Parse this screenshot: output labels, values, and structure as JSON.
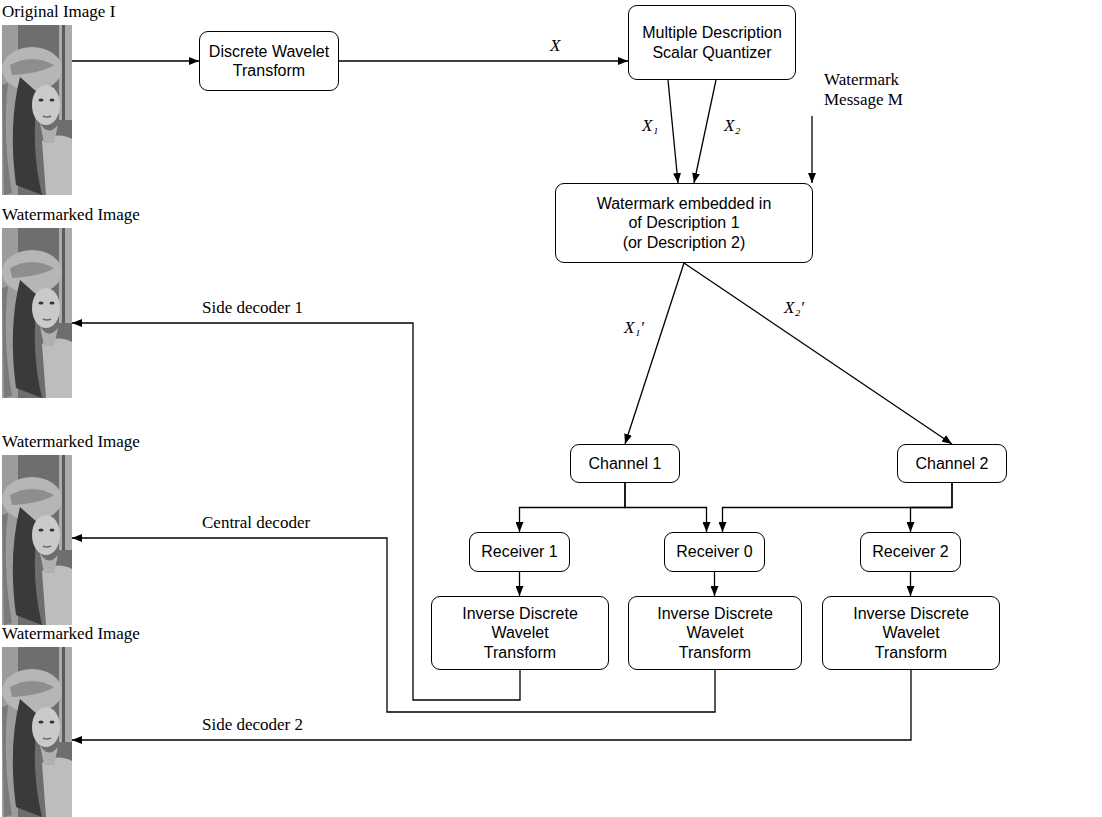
{
  "diagram": {
    "nodes": [
      {
        "text": [
          "Original Image I"
        ]
      },
      {
        "text": [
          "Discrete Wavelet Transform"
        ]
      },
      {
        "text": [
          "Multiple Description Scalar Quantizer"
        ]
      },
      {
        "text": [
          "Watermark embedded in of Description 1",
          "(or Description 2)"
        ]
      },
      {
        "text": [
          "Channel 1"
        ]
      },
      {
        "text": [
          "Channel 2"
        ]
      },
      {
        "text": [
          "Receiver 1"
        ]
      },
      {
        "text": [
          "Receiver 0"
        ]
      },
      {
        "text": [
          "Receiver 2"
        ]
      },
      {
        "text": [
          "Inverse Discrete Wavelet Transform"
        ]
      },
      {
        "text": [
          "Inverse Discrete Wavelet Transform"
        ]
      },
      {
        "text": [
          "Inverse Discrete Wavelet Transform"
        ]
      },
      {
        "text": [
          "Watermarked Image"
        ]
      },
      {
        "text": [
          "Watermarked Image"
        ]
      },
      {
        "text": [
          "Watermarked Image"
        ]
      }
    ],
    "edges": [
      {
        "from": 0,
        "to": 1,
        "arrow": "to"
      },
      {
        "from": 1,
        "to": 2,
        "label": "X",
        "arrow": "to"
      },
      {
        "from": 2,
        "to": 3,
        "label": "X₁",
        "arrow": "to"
      },
      {
        "from": 2,
        "to": 3,
        "label": "X₂",
        "arrow": "to"
      },
      {
        "from": 3,
        "to": 4,
        "label": "X₁′",
        "arrow": "to"
      },
      {
        "from": 3,
        "to": 5,
        "label": "X₂′",
        "arrow": "to"
      },
      {
        "from": 4,
        "to": 6,
        "arrow": "to"
      },
      {
        "from": 4,
        "to": 7,
        "arrow": "to"
      },
      {
        "from": 5,
        "to": 7,
        "arrow": "to"
      },
      {
        "from": 5,
        "to": 8,
        "arrow": "to"
      },
      {
        "from": 6,
        "to": 9,
        "arrow": "to"
      },
      {
        "from": 7,
        "to": 10,
        "arrow": "to"
      },
      {
        "from": 8,
        "to": 11,
        "arrow": "to"
      },
      {
        "from": 9,
        "to": 12,
        "label": "Side decoder 1",
        "arrow": "to"
      },
      {
        "from": 10,
        "to": 13,
        "label": "Central decoder",
        "arrow": "to"
      },
      {
        "from": 11,
        "to": 14,
        "label": "Side decoder 2",
        "arrow": "to"
      }
    ],
    "labels": [
      "Watermark Message M"
    ]
  }
}
